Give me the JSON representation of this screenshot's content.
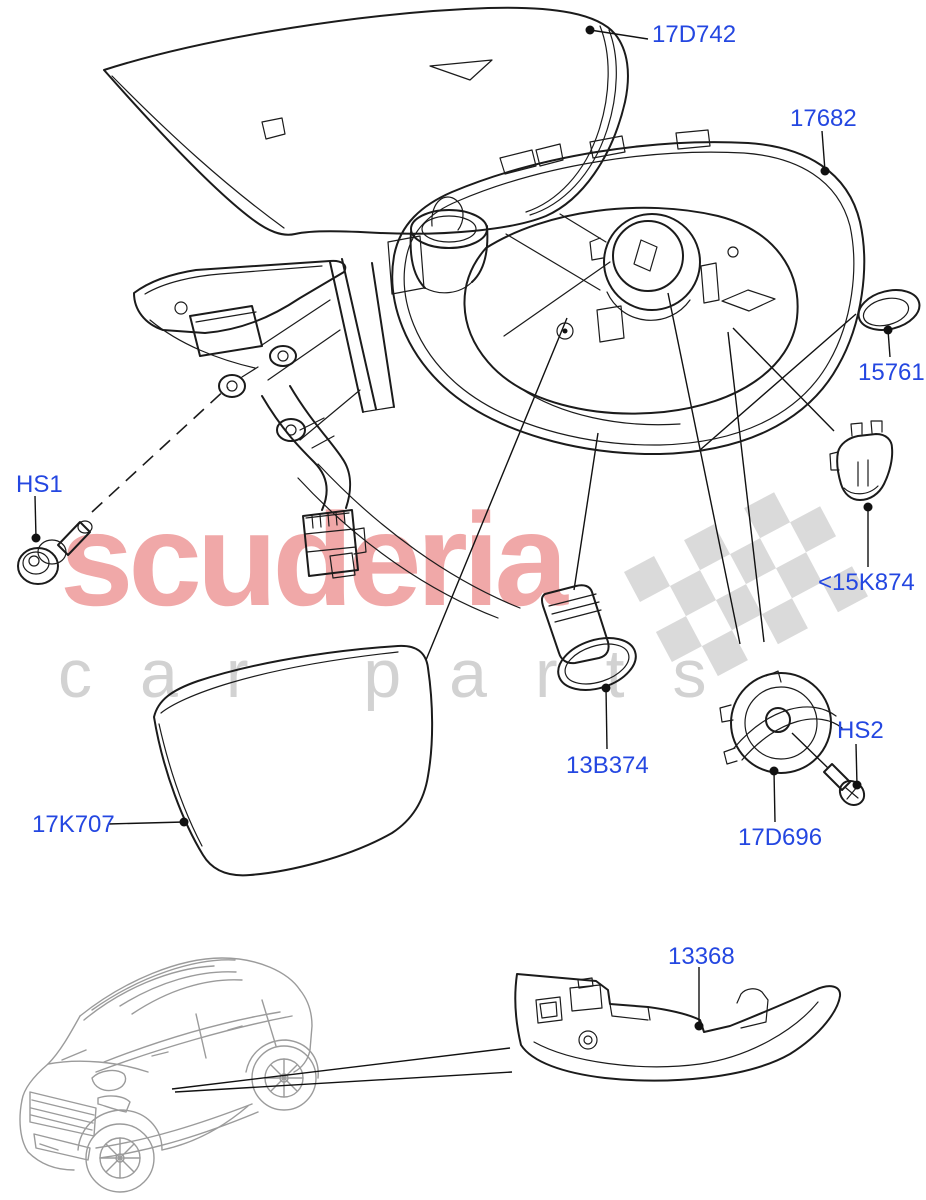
{
  "diagram": {
    "kind": "exploded-parts-diagram",
    "line_color": "#1b1b1b",
    "label_color": "#2447e1"
  },
  "part_labels": [
    {
      "id": "17D742",
      "text": "17D742"
    },
    {
      "id": "17682",
      "text": "17682"
    },
    {
      "id": "15761",
      "text": "15761"
    },
    {
      "id": "HS1",
      "text": "HS1"
    },
    {
      "id": "15K874",
      "text": "<15K874"
    },
    {
      "id": "13B374",
      "text": "13B374"
    },
    {
      "id": "HS2",
      "text": "HS2"
    },
    {
      "id": "17D696",
      "text": "17D696"
    },
    {
      "id": "17K707",
      "text": "17K707"
    },
    {
      "id": "13368",
      "text": "13368"
    }
  ],
  "watermark": {
    "brand": "scuderia",
    "subtext": "car parts",
    "brand_color": "#f0a8a8",
    "subtext_color": "#d2d2d2",
    "flag_color": "#dadada"
  }
}
